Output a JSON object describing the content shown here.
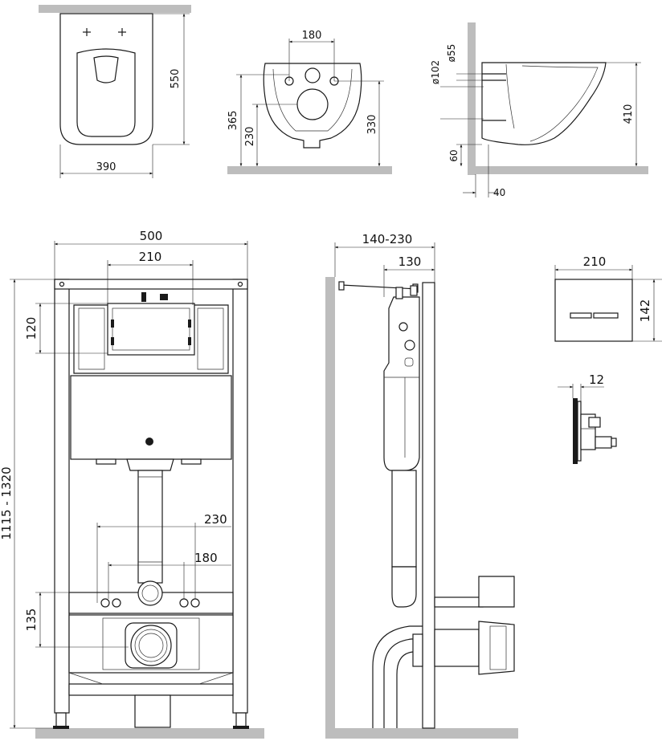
{
  "dimensions": {
    "bowl_top_height": "550",
    "bowl_top_width": "390",
    "front_hole_spacing": "180",
    "front_height_365": "365",
    "front_height_230": "230",
    "front_height_330": "330",
    "side_dia_55": "ø55",
    "side_dia_102": "ø102",
    "side_height_410": "410",
    "side_height_60": "60",
    "side_offset_40": "40",
    "frame_width": "500",
    "frame_tank_width": "210",
    "frame_tank_offset": "120",
    "frame_height_range": "1115 - 1320",
    "frame_bolt_spacing_outer": "230",
    "frame_bolt_spacing_inner": "180",
    "frame_drain_height": "135",
    "frame_depth_range": "140-230",
    "frame_depth": "130",
    "plate_width": "210",
    "plate_height": "142",
    "plate_thickness": "12"
  }
}
